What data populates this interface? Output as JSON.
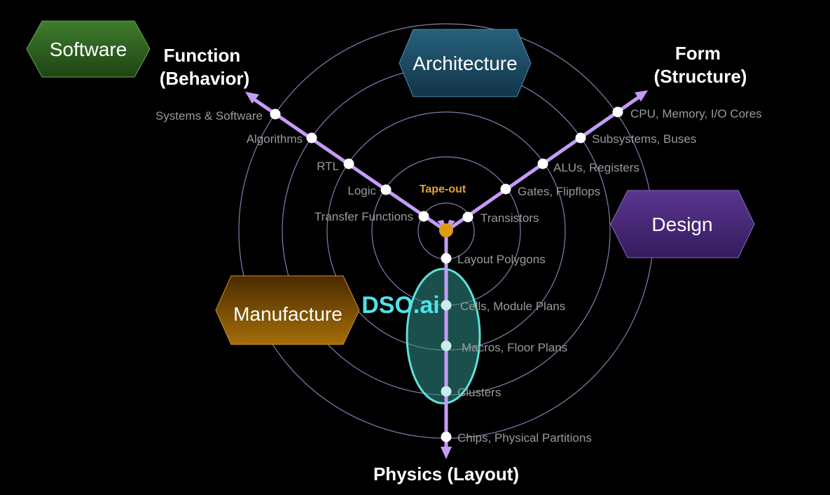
{
  "diagram": {
    "hexagons": {
      "software": "Software",
      "architecture": "Architecture",
      "design": "Design",
      "manufacture": "Manufacture"
    },
    "axes": {
      "function": {
        "line1": "Function",
        "line2": "(Behavior)"
      },
      "form": {
        "line1": "Form",
        "line2": "(Structure)"
      },
      "physics": "Physics (Layout)"
    },
    "center_label": "Tape-out",
    "highlight_label": "DSO.ai",
    "function_levels": [
      "Transfer Functions",
      "Logic",
      "RTL",
      "Algorithms",
      "Systems & Software"
    ],
    "form_levels": [
      "Transistors",
      "Gates, Flipflops",
      "ALUs, Registers",
      "Subsystems, Buses",
      "CPU, Memory, I/O Cores"
    ],
    "physics_levels": [
      "Layout Polygons",
      "Cells, Module Plans",
      "Macros, Floor Plans",
      "Clusters",
      "Chips, Physical Partitions"
    ],
    "colors": {
      "background": "#000000",
      "axis": "#c49cf7",
      "circle": "#a99bdc",
      "center_node": "#e09a12",
      "software_hex": "#2f6a22",
      "architecture_hex": "#1d4a63",
      "design_hex": "#4a2a7c",
      "manufacture_hex": "#8a5a06",
      "highlight": "#4fd2cf"
    }
  }
}
